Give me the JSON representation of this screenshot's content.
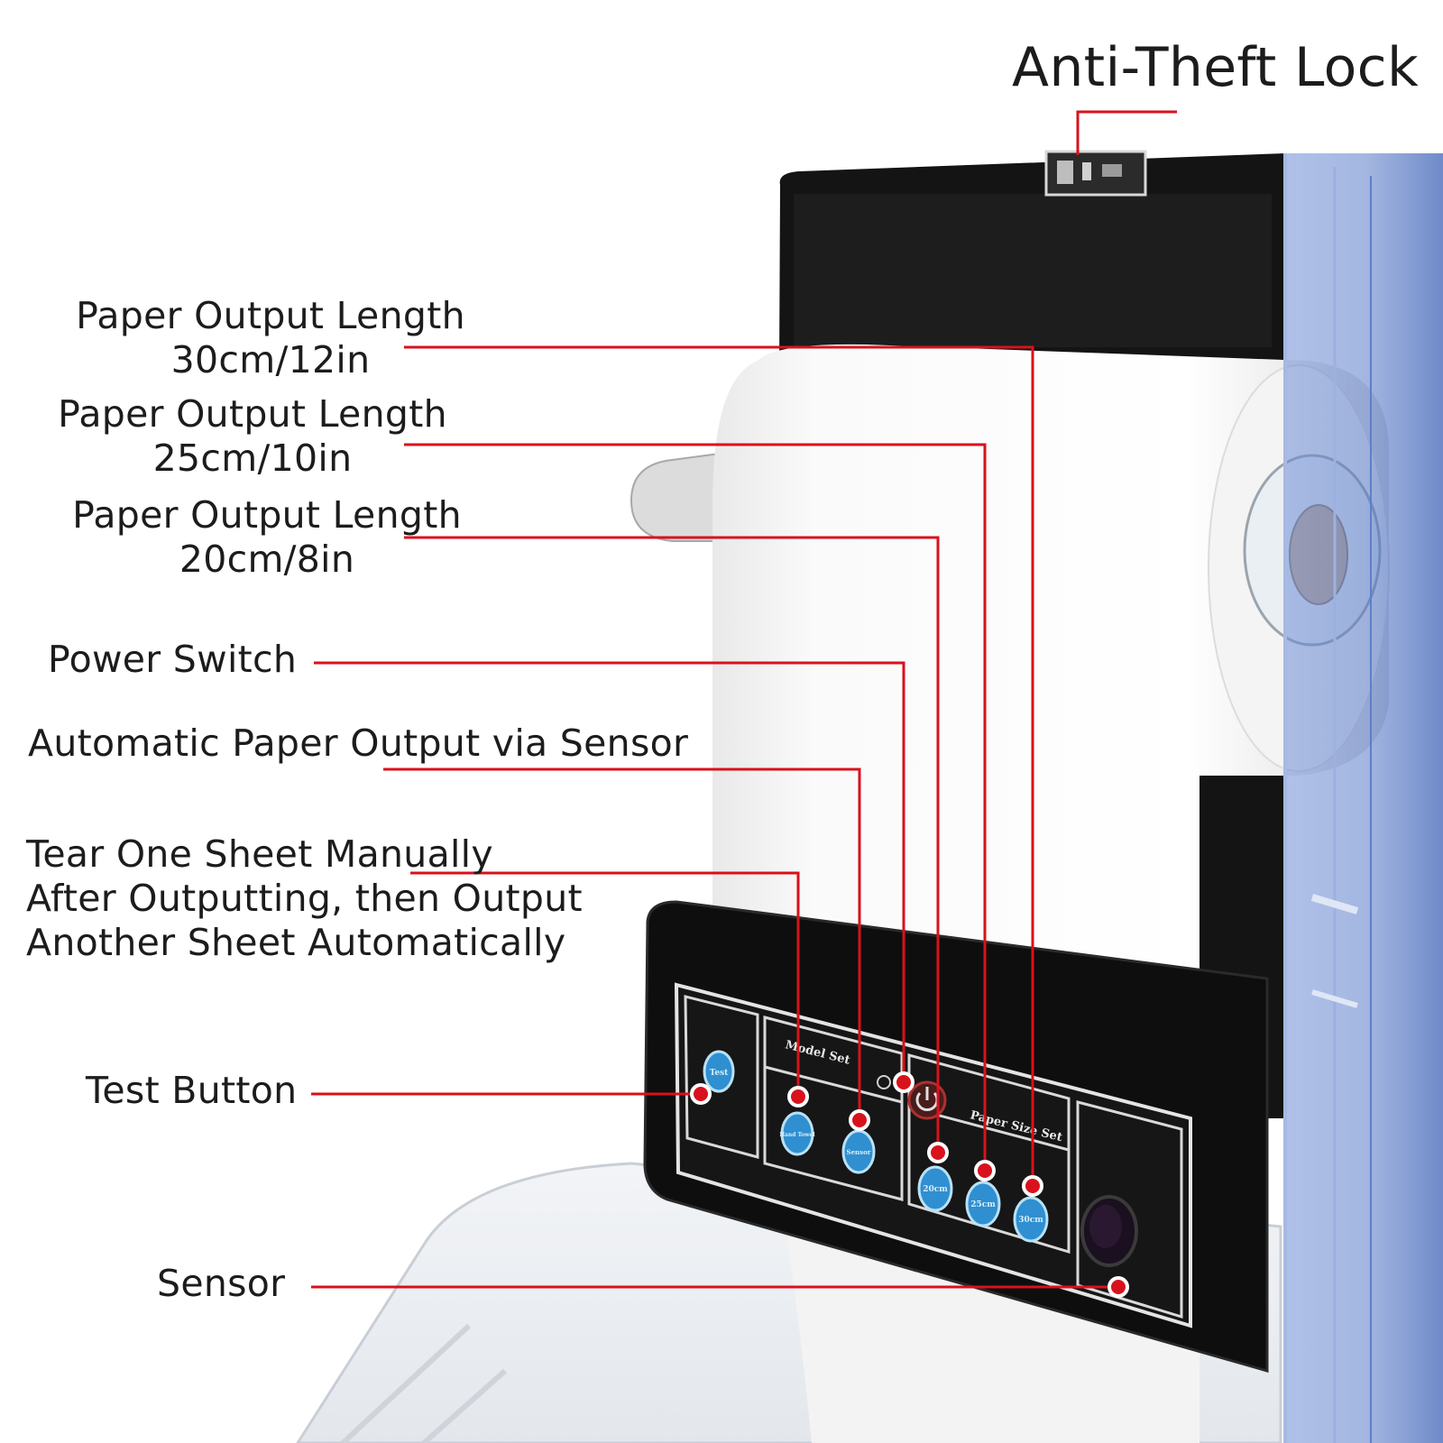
{
  "colors": {
    "leader": "#d8121c",
    "housing": "#121212",
    "cover": "#4a6fc4",
    "button": "#2f8fd0",
    "background": "#ffffff"
  },
  "callouts": {
    "anti_theft_lock": "Anti-Theft Lock",
    "length_30": {
      "line1": "Paper Output Length",
      "line2": "30cm/12in"
    },
    "length_25": {
      "line1": "Paper Output Length",
      "line2": "25cm/10in"
    },
    "length_20": {
      "line1": "Paper Output Length",
      "line2": "20cm/8in"
    },
    "power_switch": "Power Switch",
    "auto_sensor": "Automatic Paper Output via Sensor",
    "tear_sheet": {
      "line1": "Tear One Sheet Manually",
      "line2": "After Outputting, then Output",
      "line3": "Another Sheet Automatically"
    },
    "test_button": "Test Button",
    "sensor": "Sensor"
  },
  "panel": {
    "model_set": "Model Set",
    "paper_size_set": "Paper Size Set",
    "buttons": [
      "Test",
      "Hand Towel",
      "Sensor",
      "20cm",
      "25cm",
      "30cm"
    ]
  }
}
